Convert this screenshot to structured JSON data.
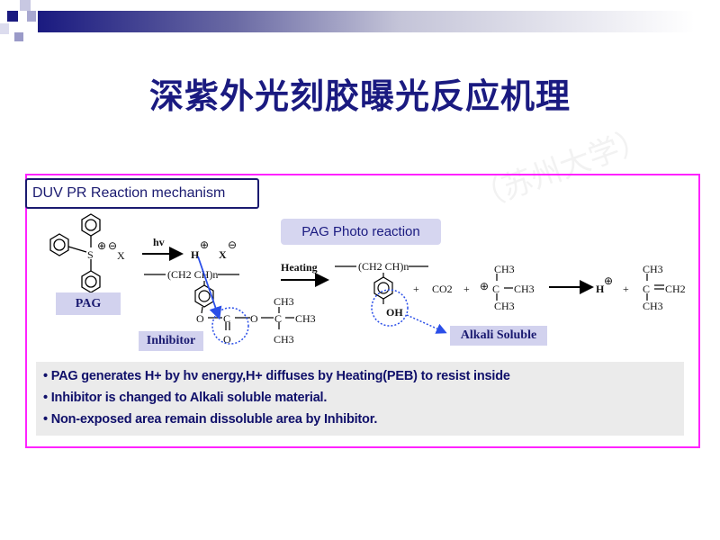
{
  "slide": {
    "title": "深紫外光刻胶曝光反应机理",
    "watermark": "（苏州大学）",
    "section_label": "DUV PR Reaction mechanism",
    "photo_reaction_label": "PAG Photo reaction",
    "tags": {
      "pag": "PAG",
      "inhibitor": "Inhibitor",
      "alkali": "Alkali Soluble"
    },
    "colors": {
      "title": "#1a1a80",
      "frame": "#ff22ff",
      "tag_bg": "#d2d2ee",
      "arrow": "#2a4ee8"
    }
  },
  "chem": {
    "S": "S",
    "X": "X",
    "hv": "hv",
    "H": "H",
    "plus_sign": "⊕",
    "minus_sign": "⊖",
    "polymer": "(CH2 CH)n",
    "O": "O",
    "C": "C",
    "CH3": "CH3",
    "heating": "Heating",
    "OH": "OH",
    "plus": "+",
    "CO2": "CO2",
    "CH2": "CH2"
  },
  "notes": [
    "• PAG generates H+ by hν energy,H+ diffuses by Heating(PEB) to resist inside",
    "• Inhibitor is changed to Alkali soluble material.",
    "• Non-exposed area remain dissoluble area by Inhibitor."
  ]
}
